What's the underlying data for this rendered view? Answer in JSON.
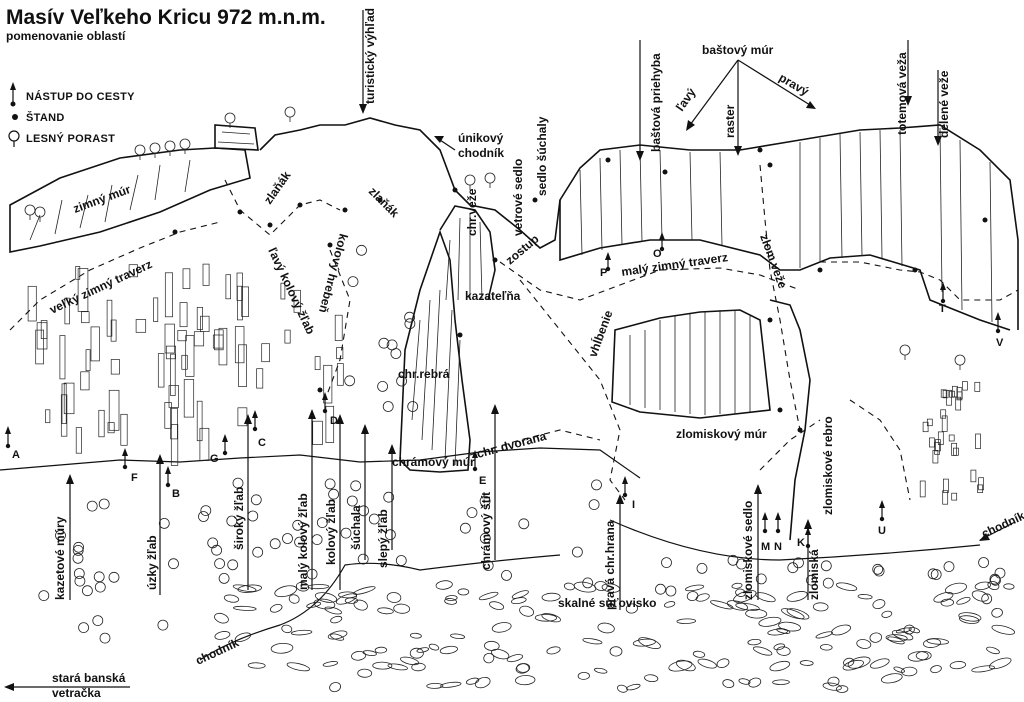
{
  "title": "Masív Veľkeho Kricu 972 m.n.m.",
  "subtitle": "pomenovanie oblastí",
  "legend": [
    {
      "icon": "start-arrow-icon",
      "label": "NÁSTUP DO CESTY"
    },
    {
      "icon": "belay-dot-icon",
      "label": "ŠTAND"
    },
    {
      "icon": "tree-icon",
      "label": "LESNÝ PORAST"
    }
  ],
  "areas": {
    "zimny_mur": "zimný múr",
    "velky_zimny_traverz": "veľký zimný traverz",
    "turisticky_vyhlad": "turistický výhľad",
    "unikovy_chodnik_1": "únikový",
    "unikovy_chodnik_2": "chodník",
    "vetrove_sedlo": "vetrové sedlo",
    "suchaly": "sedlo šúchaly",
    "zlanak_1": "zlaňák",
    "zlanak_2": "zlaňák",
    "lavy_kolovy_zlab": "ľavý kolový žľab",
    "kolovy_hreben": "kolový hrebeň",
    "chr_veze": "chr.veže",
    "zostup": "zostup",
    "kazatelna": "kazateľňa",
    "chr_rebra": "chr.rebrá",
    "vhlbenie": "vhĺbenie",
    "chramovy_mur": "chrámový múr",
    "chr_dvorana": "chr. dvorana",
    "bastova_priehyba": "baštová priehyba",
    "bastovy_mur": "baštový múr",
    "lavy": "ľavý",
    "pravy": "pravý",
    "raster": "raster",
    "totemova_veza": "totemová veža",
    "delene_veze": "delené veže",
    "maly_zimny_traverz": "malý zimný traverz",
    "zlom_veze": "zlom.veže",
    "zlomiskovy_mur": "zlomiskový múr",
    "zlomiskove_rebro": "zlomiskové rebro",
    "zlomiskove_sedlo": "zlomiskové sedlo",
    "zlomiska": "zlomiská",
    "kazetove_mury": "kazetové múry",
    "uzky_zlab": "úzky žľab",
    "siroky_zlab": "široký žľab",
    "maly_kolovy_zlab": "malý kolový žľab",
    "kolovy_zlab": "kolový žľab",
    "suchala": "šúchala",
    "slepy_zlab": "slepý žľab",
    "chramovy_stit": "chrámový štít",
    "prava_chr_hrana": "pravá chr.hrana",
    "skalne_sutovisko": "skalné suťovisko",
    "chodnik_left": "chodník",
    "chodnik_right": "chodník",
    "stara_banska_1": "stará banská",
    "stara_banska_2": "vetračka"
  },
  "markers": [
    "A",
    "B",
    "C",
    "D",
    "E",
    "F",
    "G",
    "I",
    "K",
    "M",
    "N",
    "O",
    "P",
    "T",
    "U",
    "V"
  ]
}
